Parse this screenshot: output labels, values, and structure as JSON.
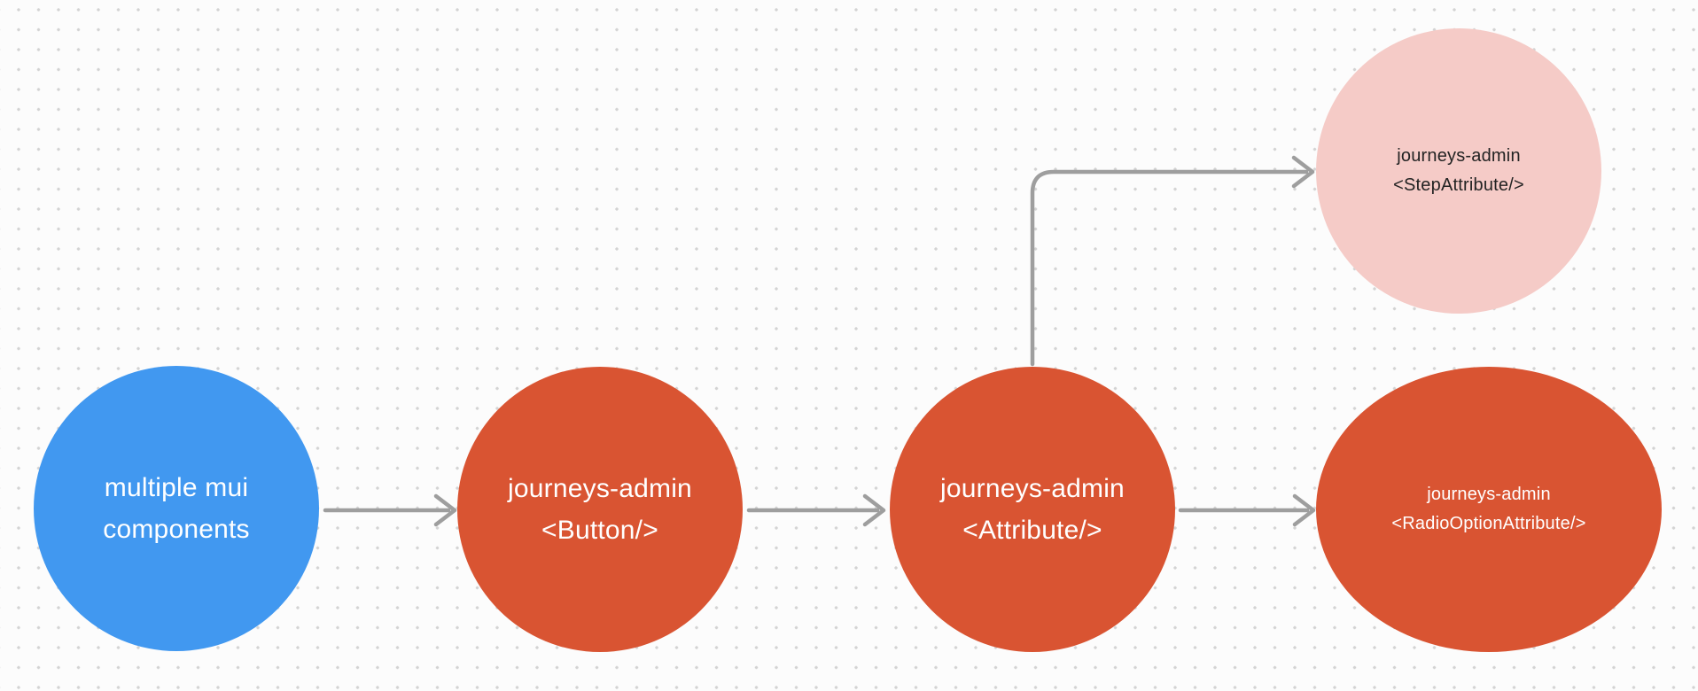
{
  "canvas": {
    "background_color": "#fcfcfc",
    "dot_color": "#d3d3d3",
    "edge_color": "#9e9e9e"
  },
  "nodes": [
    {
      "id": "multiple-mui-components",
      "line1": "multiple mui",
      "line2": "components",
      "shape": "circle",
      "color": "#4198f0",
      "text_color": "#ffffff"
    },
    {
      "id": "journeys-admin-button",
      "line1": "journeys-admin",
      "line2": "<Button/>",
      "shape": "circle",
      "color": "#d95432",
      "text_color": "#ffffff"
    },
    {
      "id": "journeys-admin-attribute",
      "line1": "journeys-admin",
      "line2": "<Attribute/>",
      "shape": "circle",
      "color": "#d95432",
      "text_color": "#ffffff"
    },
    {
      "id": "journeys-admin-step-attribute",
      "line1": "journeys-admin",
      "line2": "<StepAttribute/>",
      "shape": "circle",
      "color": "#f5cbc7",
      "text_color": "#232323"
    },
    {
      "id": "journeys-admin-radio-option-attribute",
      "line1": "journeys-admin",
      "line2": "<RadioOptionAttribute/>",
      "shape": "ellipse",
      "color": "#d95432",
      "text_color": "#ffffff"
    }
  ],
  "edges": [
    {
      "from": "multiple-mui-components",
      "to": "journeys-admin-button",
      "style": "straight-arrow"
    },
    {
      "from": "journeys-admin-button",
      "to": "journeys-admin-attribute",
      "style": "straight-arrow"
    },
    {
      "from": "journeys-admin-attribute",
      "to": "journeys-admin-radio-option-attribute",
      "style": "straight-arrow"
    },
    {
      "from": "journeys-admin-attribute",
      "to": "journeys-admin-step-attribute",
      "style": "elbow-arrow"
    }
  ]
}
